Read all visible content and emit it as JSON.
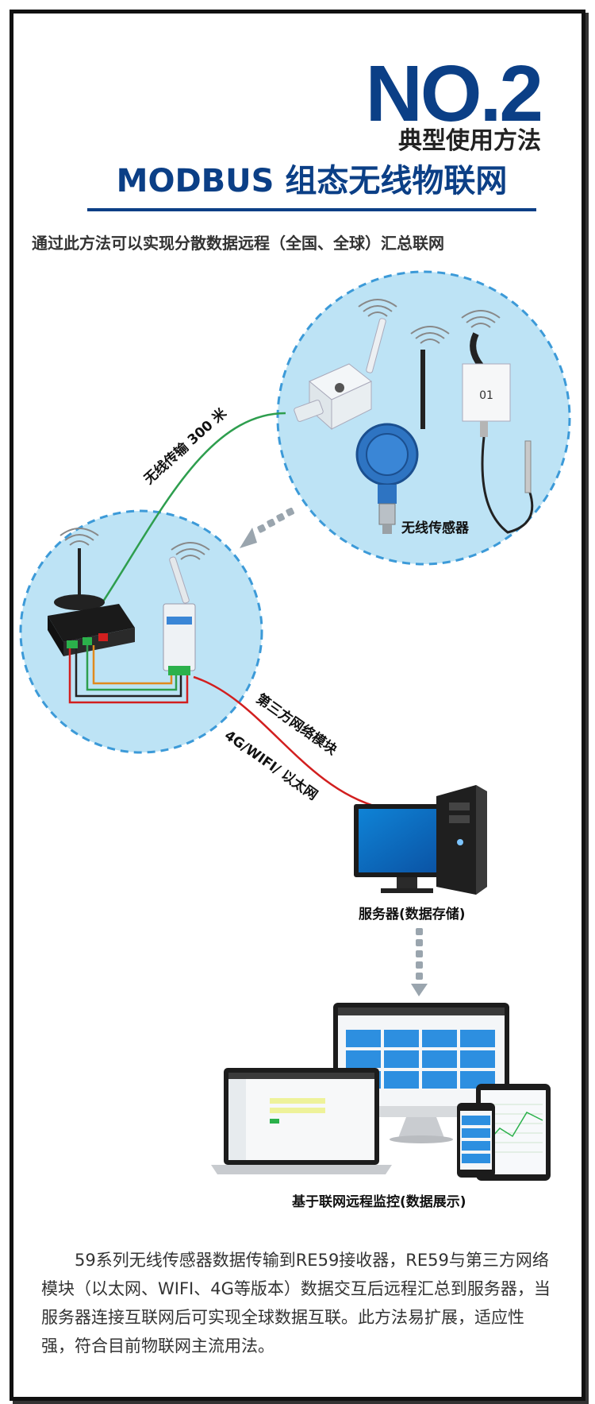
{
  "header": {
    "number": "NO.2",
    "subtitle": "典型使用方法",
    "title": "MODBUS 组态无线物联网",
    "intro": "通过此方法可以实现分散数据远程（全国、全球）汇总联网"
  },
  "diagram": {
    "link_wireless": "无线传输 300 米",
    "link_network_1": "第三方网络模块",
    "link_network_2": "4G/WIFI/ 以太网",
    "sensors_label": "无线传感器",
    "server_label": "服务器(数据存储)",
    "monitor_label": "基于联网远程监控(数据展示)",
    "sensor_box_text": "01"
  },
  "description": "59系列无线传感器数据传输到RE59接收器，RE59与第三方网络模块（以太网、WIFI、4G等版本）数据交互后远程汇总到服务器，当服务器连接互联网后可实现全球数据互联。此方法易扩展，适应性强，符合目前物联网主流用法。",
  "colors": {
    "brand_blue": "#0b3f86",
    "circle_fill": "#bde3f5",
    "circle_border": "#3c9ad8",
    "wire_green": "#2e9e4e",
    "wire_red": "#d21f1f",
    "tile_blue": "#2d8fe0"
  },
  "icons": [
    "wifi-signal-icon",
    "antenna-icon",
    "temperature-sensor-icon",
    "pressure-transmitter-icon",
    "receiver-box-icon",
    "network-module-icon",
    "desktop-monitor-icon",
    "server-tower-icon",
    "laptop-icon",
    "tablet-icon",
    "phone-icon",
    "arrow-down-icon"
  ]
}
